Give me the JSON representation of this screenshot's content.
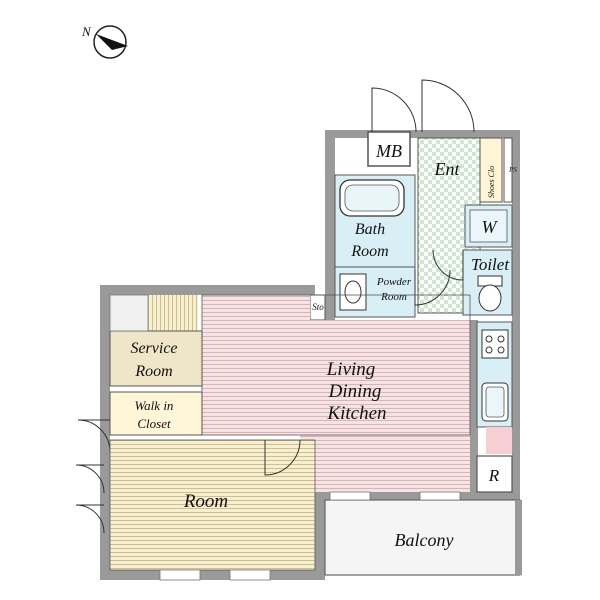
{
  "compass": {
    "letter": "N",
    "icon": "north-arrow-icon"
  },
  "rooms": {
    "mb": "MB",
    "entrance": "Ent",
    "shoes": "Shoes Clo",
    "ps": "PS",
    "bath_line1": "Bath",
    "bath_line2": "Room",
    "powder_line1": "Powder",
    "powder_line2": "Room",
    "washer": "W",
    "toilet": "Toilet",
    "storage": "Sto",
    "service_line1": "Service",
    "service_line2": "Room",
    "walkin_line1": "Walk in",
    "walkin_line2": "Closet",
    "ldk_line1": "Living",
    "ldk_line2": "Dining",
    "ldk_line3": "Kitchen",
    "room": "Room",
    "refrigerator": "R",
    "balcony": "Balcony"
  },
  "colors": {
    "wall": "#9a9a9a",
    "floor_wood": "#f3dede",
    "floor_wood_line": "#d6aeb4",
    "floor_yellow": "#f5edc9",
    "floor_yellow_line": "#cdbd86",
    "wet_area": "#d6eef6",
    "service_room": "#efe6c8",
    "kitchen_pink": "#f5cfd3",
    "tile": "#bfe0bf"
  }
}
